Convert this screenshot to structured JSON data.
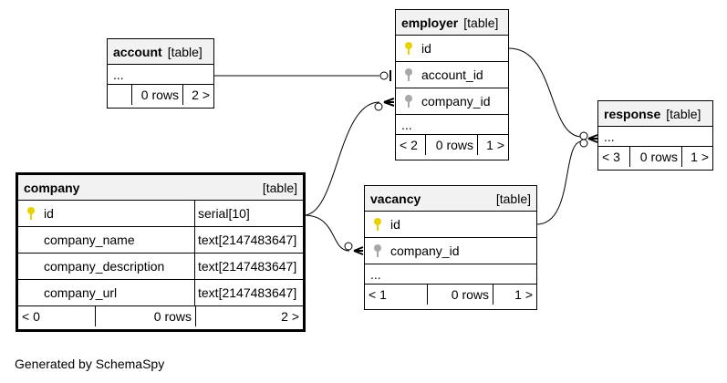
{
  "tables": {
    "account": {
      "name": "account",
      "tag": "[table]",
      "dots": "...",
      "foot": {
        "rows": "0 rows",
        "right": "2 >"
      }
    },
    "employer": {
      "name": "employer",
      "tag": "[table]",
      "dots": "...",
      "columns": [
        {
          "name": "id",
          "key": "primary"
        },
        {
          "name": "account_id",
          "key": "foreign"
        },
        {
          "name": "company_id",
          "key": "foreign"
        }
      ],
      "foot": {
        "left": "< 2",
        "rows": "0 rows",
        "right": "1 >"
      }
    },
    "response": {
      "name": "response",
      "tag": "[table]",
      "dots": "...",
      "foot": {
        "left": "< 3",
        "rows": "0 rows",
        "right": "1 >"
      }
    },
    "company": {
      "name": "company",
      "tag": "[table]",
      "columns": [
        {
          "name": "id",
          "type": "serial[10]",
          "key": "primary"
        },
        {
          "name": "company_name",
          "type": "text[2147483647]",
          "key": "none"
        },
        {
          "name": "company_description",
          "type": "text[2147483647]",
          "key": "none"
        },
        {
          "name": "company_url",
          "type": "text[2147483647]",
          "key": "none"
        }
      ],
      "foot": {
        "left": "< 0",
        "rows": "0 rows",
        "right": "2 >"
      }
    },
    "vacancy": {
      "name": "vacancy",
      "tag": "[table]",
      "dots": "...",
      "columns": [
        {
          "name": "id",
          "key": "primary"
        },
        {
          "name": "company_id",
          "key": "foreign"
        }
      ],
      "foot": {
        "left": "< 1",
        "rows": "0 rows",
        "right": "1 >"
      }
    }
  },
  "footer_text": "Generated by SchemaSpy",
  "colors": {
    "primary_key": "#e6d200",
    "foreign_key": "#a8a8a8",
    "header_bg": "#f2f2f2"
  }
}
